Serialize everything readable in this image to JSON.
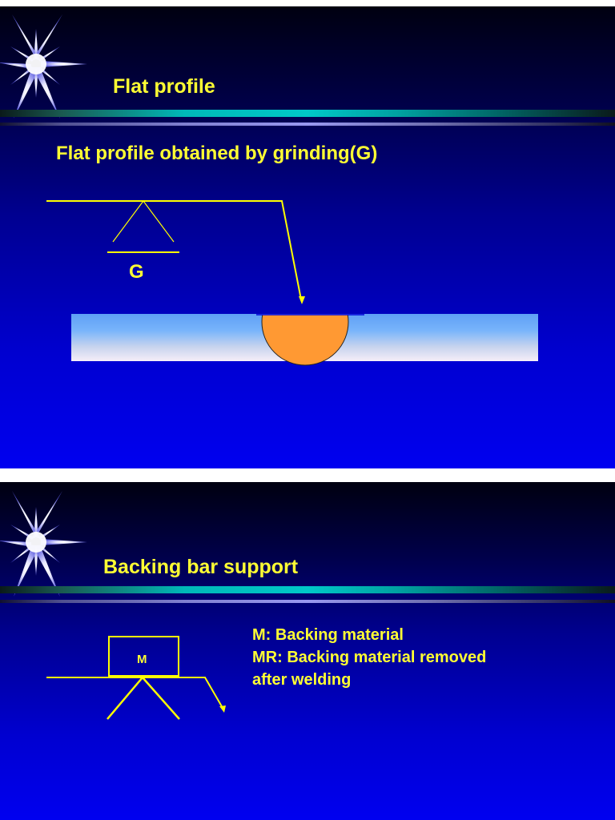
{
  "colors": {
    "text": "#ffff33",
    "weld": "#ff9933",
    "plate_top": "#5f9ff5",
    "plate_bottom": "#f6eef8",
    "accent_cyan": "#00c8c8",
    "accent_lavender": "#9898f0"
  },
  "slides": [
    {
      "title": "Flat profile",
      "icon": "starburst-icon",
      "subtitle": "Flat profile obtained by grinding(G)",
      "symbol": {
        "type": "weld-symbol",
        "contour": "flat",
        "finish_letter": "G"
      }
    },
    {
      "title": "Backing bar support",
      "icon": "starburst-icon",
      "symbol": {
        "type": "weld-symbol",
        "backing_label": "M"
      },
      "legend": [
        "M: Backing material",
        "MR: Backing material removed",
        "after welding"
      ]
    }
  ]
}
